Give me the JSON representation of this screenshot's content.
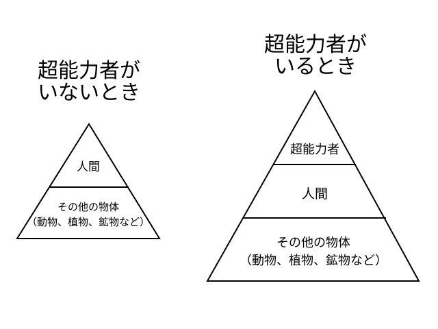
{
  "left_pyramid": {
    "heading_line1": "超能力者が",
    "heading_line2": "いないとき",
    "tiers": [
      {
        "lines": [
          "人間"
        ]
      },
      {
        "lines": [
          "その他の物体",
          "（動物、植物、鉱物など）"
        ]
      }
    ]
  },
  "right_pyramid": {
    "heading_line1": "超能力者が",
    "heading_line2": "いるとき",
    "tiers": [
      {
        "lines": [
          "超能力者"
        ]
      },
      {
        "lines": [
          "人間"
        ]
      },
      {
        "lines": [
          "その他の物体",
          "（動物、植物、鉱物など）"
        ]
      }
    ]
  },
  "colors": {
    "stroke": "#000000",
    "background": "#ffffff"
  }
}
